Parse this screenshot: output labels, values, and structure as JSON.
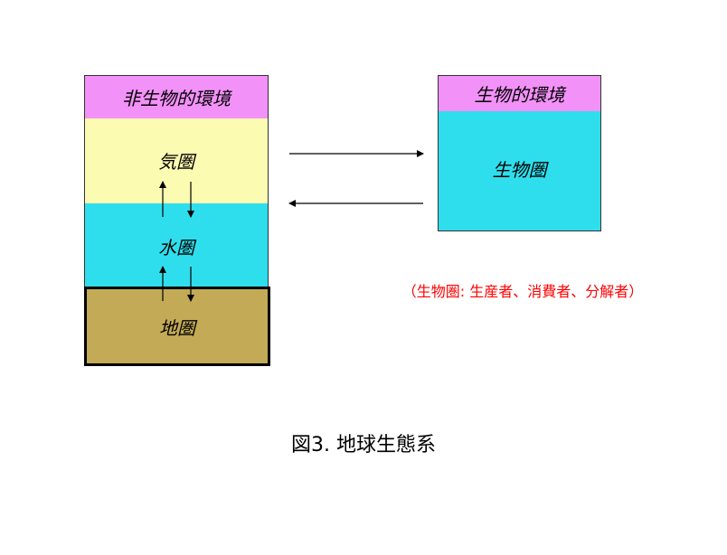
{
  "abiotic": {
    "header": "非生物的環境",
    "atmosphere": "気圏",
    "hydrosphere": "水圏",
    "lithosphere": "地圏"
  },
  "biotic": {
    "header": "生物的環境",
    "biosphere": "生物圏"
  },
  "note": "（生物圏: 生産者、消費者、分解者）",
  "caption": "図3.  地球生態系",
  "colors": {
    "header": "#f291f8",
    "atmosphere": "#fcfbb2",
    "water": "#2fdeec",
    "earth": "#c2aa56",
    "note": "#ff0000"
  }
}
